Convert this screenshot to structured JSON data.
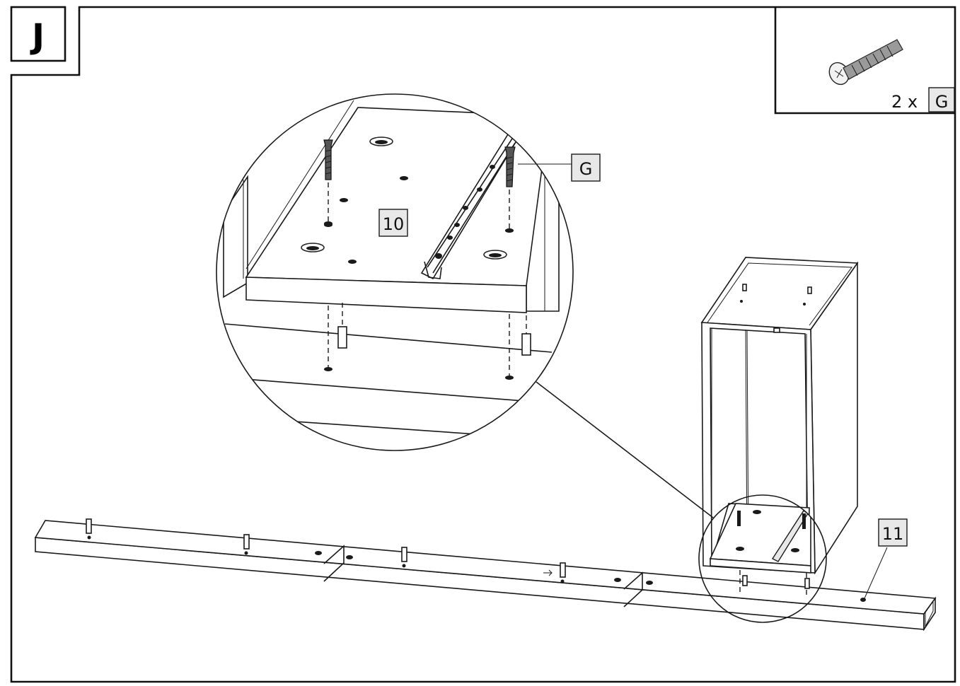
{
  "step": {
    "letter": "J"
  },
  "parts_box": {
    "quantity": "2 x",
    "part_code": "G"
  },
  "callouts": {
    "screw_label": "G",
    "panel_label": "10",
    "plinth_label": "11"
  }
}
